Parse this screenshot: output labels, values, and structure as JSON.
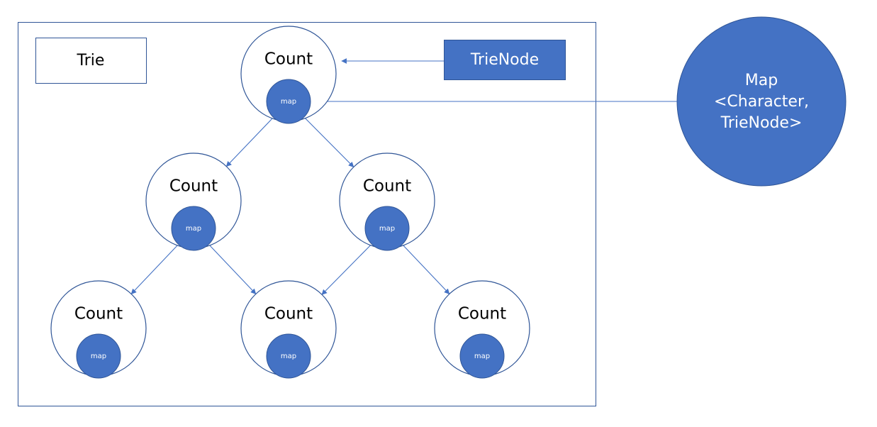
{
  "trie_label": "Trie",
  "trienode_label": "TrieNode",
  "map_type_lines": [
    "Map",
    "<Character,",
    "TrieNode>"
  ],
  "node_count_label": "Count",
  "node_map_label": "map",
  "colors": {
    "primary_fill": "#4472c4",
    "outline": "#2f5597",
    "arrow": "#4472c4"
  },
  "nodes": [
    {
      "id": "root"
    },
    {
      "id": "level1-left"
    },
    {
      "id": "level1-right"
    },
    {
      "id": "level2-left"
    },
    {
      "id": "level2-middle"
    },
    {
      "id": "level2-right"
    }
  ],
  "edges": [
    {
      "from": "root",
      "to": "level1-left"
    },
    {
      "from": "root",
      "to": "level1-right"
    },
    {
      "from": "level1-left",
      "to": "level2-left"
    },
    {
      "from": "level1-left",
      "to": "level2-middle"
    },
    {
      "from": "level1-right",
      "to": "level2-middle"
    },
    {
      "from": "level1-right",
      "to": "level2-right"
    }
  ]
}
